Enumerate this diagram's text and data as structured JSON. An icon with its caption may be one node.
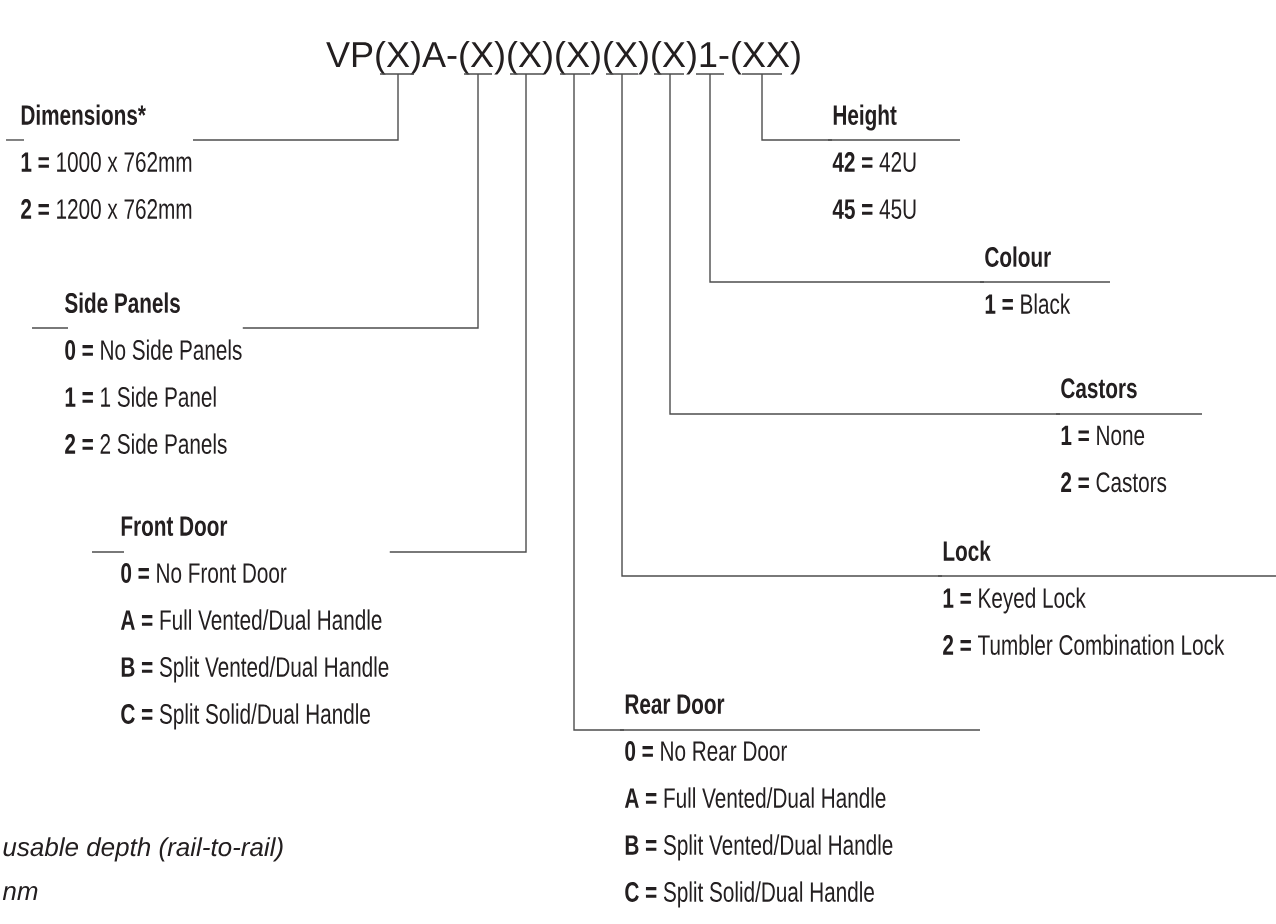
{
  "diagram": {
    "nodes": [
      {
        "text": [
          "VP(X)A-(X)(X)(X)(X)(X)1-(XX)"
        ]
      },
      {
        "text": [
          "Dimensions*",
          "**1 =** 1000 x 762mm",
          "**2 =** 1200 x 762mm"
        ]
      },
      {
        "text": [
          "Side Panels",
          "**0 =** No Side Panels",
          "**1 =** 1 Side Panel",
          "**2 =** 2 Side Panels"
        ]
      },
      {
        "text": [
          "Front Door",
          "**0 =** No Front Door",
          "**A =** Full Vented/Dual Handle",
          "**B =** Split Vented/Dual Handle",
          "**C =** Split Solid/Dual Handle"
        ]
      },
      {
        "text": [
          "Rear Door",
          "**0 =** No Rear Door",
          "**A =** Full Vented/Dual Handle",
          "**B =** Split Vented/Dual Handle",
          "**C =** Split Solid/Dual Handle"
        ]
      },
      {
        "text": [
          "Lock",
          "**1 =** Keyed Lock",
          "**2 =** Tumbler Combination Lock"
        ]
      },
      {
        "text": [
          "Castors",
          "**1 =** None",
          "**2 =** Castors"
        ]
      },
      {
        "text": [
          "Colour",
          "**1 =** Black"
        ]
      },
      {
        "text": [
          "Height",
          "**42 =** 42U",
          "**45 =** 45U"
        ]
      }
    ],
    "edges": [
      {
        "from": 0,
        "to": 1,
        "arrow": "none"
      },
      {
        "from": 0,
        "to": 2,
        "arrow": "none"
      },
      {
        "from": 0,
        "to": 3,
        "arrow": "none"
      },
      {
        "from": 0,
        "to": 4,
        "arrow": "none"
      },
      {
        "from": 0,
        "to": 5,
        "arrow": "none"
      },
      {
        "from": 0,
        "to": 6,
        "arrow": "none"
      },
      {
        "from": 0,
        "to": 7,
        "arrow": "none"
      },
      {
        "from": 0,
        "to": 8,
        "arrow": "none"
      }
    ],
    "labels": [
      "usable depth (rail-to-rail)",
      "nm"
    ]
  }
}
